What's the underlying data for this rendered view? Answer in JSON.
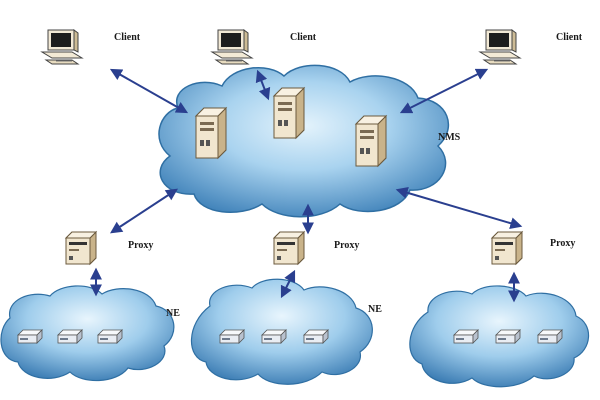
{
  "diagram": {
    "labels": {
      "client": "Client",
      "nms": "NMS",
      "proxy": "Proxy",
      "ne": "NE"
    },
    "colors": {
      "cloud_dark": "#2f6fa3",
      "cloud_mid": "#8fc3e6",
      "cloud_light": "#d9eefb",
      "link": "#2a3f8f",
      "server_body": "#f1e6cf",
      "server_shade": "#c9b38a",
      "device": "#e9edf3"
    }
  }
}
